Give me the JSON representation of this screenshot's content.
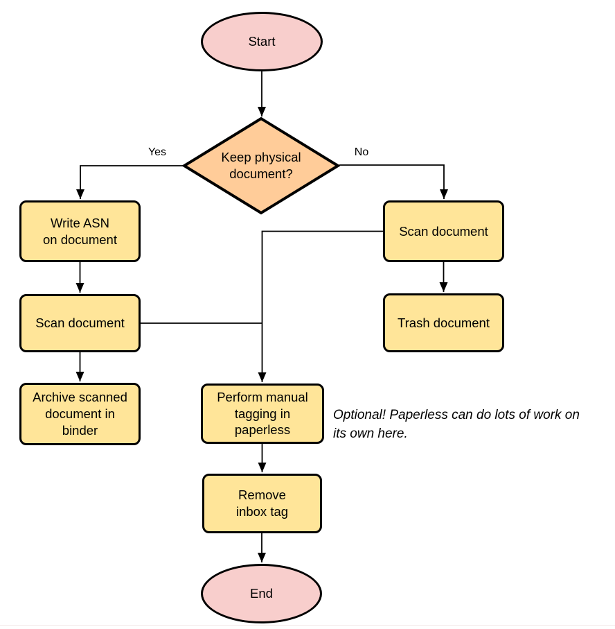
{
  "diagram": {
    "type": "flowchart",
    "colors": {
      "terminal_fill": "#F8CECC",
      "decision_fill": "#FFCC99",
      "process_fill": "#FFE599",
      "stroke": "#000000",
      "background": "#FFFFFF"
    },
    "nodes": {
      "start": {
        "label": "Start",
        "shape": "ellipse"
      },
      "decision_keep_physical": {
        "label": "Keep physical\ndocument?",
        "shape": "diamond"
      },
      "write_asn": {
        "label": "Write ASN\non document",
        "shape": "rounded-rect"
      },
      "scan_document_left": {
        "label": "Scan document",
        "shape": "rounded-rect"
      },
      "archive_in_binder": {
        "label": "Archive scanned\ndocument in\nbinder",
        "shape": "rounded-rect"
      },
      "scan_document_right": {
        "label": "Scan document",
        "shape": "rounded-rect"
      },
      "trash_document": {
        "label": "Trash document",
        "shape": "rounded-rect"
      },
      "manual_tagging": {
        "label": "Perform manual\ntagging in\npaperless",
        "shape": "rounded-rect"
      },
      "remove_inbox_tag": {
        "label": "Remove\ninbox tag",
        "shape": "rounded-rect"
      },
      "end": {
        "label": "End",
        "shape": "ellipse"
      }
    },
    "edge_labels": {
      "yes": "Yes",
      "no": "No"
    },
    "annotation": {
      "text": "Optional! Paperless can do lots of work on\nits own here."
    },
    "edges": [
      "start -> decision_keep_physical",
      "decision_keep_physical -Yes-> write_asn",
      "decision_keep_physical -No-> scan_document_right",
      "write_asn -> scan_document_left",
      "scan_document_left -> archive_in_binder",
      "scan_document_left -> manual_tagging",
      "scan_document_right -> trash_document",
      "scan_document_right -> manual_tagging",
      "manual_tagging -> remove_inbox_tag",
      "remove_inbox_tag -> end"
    ]
  }
}
